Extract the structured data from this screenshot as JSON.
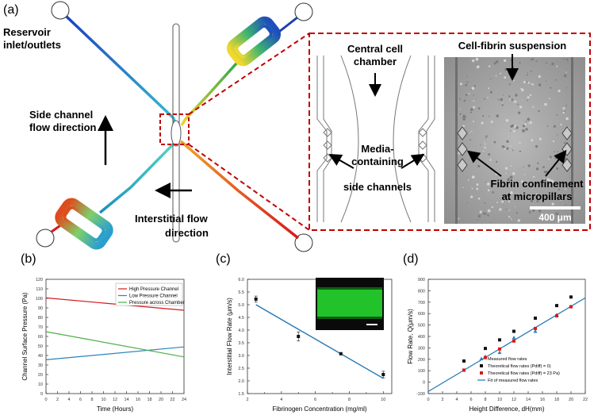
{
  "panel_a": {
    "tag": "(a)",
    "reservoir_label": [
      "Reservoir",
      "inlet/outlets"
    ],
    "side_flow_label": [
      "Side channel",
      "flow direction"
    ],
    "interstitial_label": [
      "Interstitial flow",
      "direction"
    ],
    "schematic_title": [
      "Central cell",
      "chamber"
    ],
    "media_label": [
      "Media-",
      "containing",
      "side channels"
    ],
    "photo_title": "Cell-fibrin suspension",
    "fibrin_label": [
      "Fibrin confinement",
      "at micropillars"
    ],
    "scale_label": "400 μm"
  },
  "colors": {
    "red": "#d7191c",
    "blue": "#2b83ba",
    "green": "#4daf4a",
    "dashed_red": "#c00000",
    "fit_blue": "#1f77b4"
  },
  "chart_data": [
    {
      "id": "b",
      "tag": "(b)",
      "type": "line",
      "xlabel": "Time (Hours)",
      "ylabel": "Channel Surface Pressure (Pa)",
      "xlim": [
        0,
        24
      ],
      "ylim": [
        0,
        120
      ],
      "xticks": [
        0,
        2,
        4,
        6,
        8,
        10,
        12,
        14,
        16,
        18,
        20,
        22,
        24
      ],
      "yticks": [
        0,
        10,
        20,
        30,
        40,
        50,
        60,
        70,
        80,
        90,
        100,
        110,
        120
      ],
      "legend_position": "top-right",
      "series": [
        {
          "name": "High Pressure Channel",
          "color": "#d7191c",
          "x": [
            0,
            24
          ],
          "y": [
            100.5,
            87.5
          ]
        },
        {
          "name": "Low Pressure Channel",
          "color": "#2b83ba",
          "x": [
            0,
            24
          ],
          "y": [
            35.5,
            49
          ]
        },
        {
          "name": "Pressure across Chamber",
          "color": "#4daf4a",
          "x": [
            0,
            24
          ],
          "y": [
            65,
            38.5
          ]
        }
      ]
    },
    {
      "id": "c",
      "tag": "(c)",
      "type": "scatter",
      "xlabel": "Fibrinogen Concentration (mg/ml)",
      "ylabel": "Interstitial Flow Rate (μm/s)",
      "xlim": [
        2,
        10.5
      ],
      "ylim": [
        1.5,
        6.0
      ],
      "xticks": [
        2,
        4,
        6,
        8,
        10
      ],
      "xticks_minor": [
        3,
        5,
        7,
        9
      ],
      "yticks": [
        1.5,
        2.0,
        2.5,
        3.0,
        3.5,
        4.0,
        4.5,
        5.0,
        5.5,
        6.0
      ],
      "yticklabels": [
        "1.5",
        "2.0",
        "2.5",
        "3.0",
        "3.5",
        "4.0",
        "4.5",
        "5.0",
        "5.5",
        "6.0"
      ],
      "points": [
        {
          "x": 2.5,
          "y": 5.22,
          "err": 0.12
        },
        {
          "x": 5.0,
          "y": 3.75,
          "err": 0.18
        },
        {
          "x": 7.5,
          "y": 3.07,
          "err": 0.03
        },
        {
          "x": 10.0,
          "y": 2.25,
          "err": 0.13
        }
      ],
      "fit": {
        "x": [
          2.5,
          10.0
        ],
        "y": [
          5.0,
          2.1
        ],
        "color": "#1f77b4"
      }
    },
    {
      "id": "d",
      "tag": "(d)",
      "type": "scatter",
      "xlabel": "Height Difference, dH(mm)",
      "ylabel": "Flow Rate, Q(μm/s)",
      "xlim": [
        0,
        22
      ],
      "ylim": [
        -100,
        900
      ],
      "xticks": [
        0,
        2,
        4,
        6,
        8,
        10,
        12,
        14,
        16,
        18,
        20,
        22
      ],
      "yticks": [
        -100,
        0,
        100,
        200,
        300,
        400,
        500,
        600,
        700,
        800,
        900
      ],
      "legend_position": "bottom-right",
      "legend": [
        "Measured flow rates",
        "Theoretical flow rates (P",
        "Theoretical flow rates (P",
        "Fit of measured flow rates"
      ],
      "legend_suffix": [
        ") = 0)",
        ") = 23 Pa)"
      ],
      "series": [
        {
          "name": "Measured flow rates",
          "marker": "triangle",
          "color": "#2b83ba",
          "x": [
            5,
            8,
            10,
            12,
            15,
            18,
            20
          ],
          "y": [
            105,
            225,
            260,
            390,
            445,
            590,
            660
          ]
        },
        {
          "name": "Theoretical flow rates (P = 0)",
          "marker": "square",
          "color": "#111111",
          "x": [
            5,
            8,
            10,
            12,
            15,
            18,
            20
          ],
          "y": [
            185,
            295,
            370,
            445,
            560,
            670,
            745
          ]
        },
        {
          "name": "Theoretical flow rates (P = 23 Pa)",
          "marker": "square",
          "color": "#d7191c",
          "x": [
            5,
            8,
            10,
            12,
            15,
            18,
            20
          ],
          "y": [
            105,
            215,
            290,
            360,
            470,
            580,
            660
          ]
        }
      ],
      "fit": {
        "x": [
          0,
          22
        ],
        "y": [
          -82,
          738
        ],
        "color": "#1f77b4"
      }
    }
  ]
}
